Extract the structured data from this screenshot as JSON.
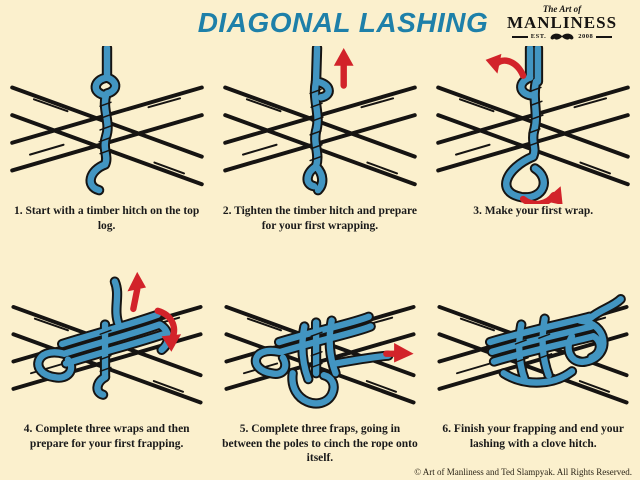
{
  "title": "DIAGONAL LASHING",
  "logo": {
    "tagline": "The Art of",
    "name": "MANLINESS",
    "est": "EST.",
    "year": "2008"
  },
  "steps": [
    {
      "caption": "1. Start with a timber hitch on the top log."
    },
    {
      "caption": "2. Tighten the timber hitch and prepare for your first wrapping."
    },
    {
      "caption": "3. Make your first wrap."
    },
    {
      "caption": "4. Complete three wraps and then prepare for your first frapping."
    },
    {
      "caption": "5. Complete three fraps, going in between the poles to cinch the rope onto itself."
    },
    {
      "caption": "6. Finish your frapping and end your lashing with a clove hitch."
    }
  ],
  "footer": "© Art of Manliness and Ted Slampyak. All Rights Reserved.",
  "colors": {
    "background": "#FBF0CD",
    "title": "#1E80A9",
    "rope": "#4295C1",
    "arrow": "#D2232A",
    "ink": "#161412",
    "text": "#1A1A1A"
  }
}
